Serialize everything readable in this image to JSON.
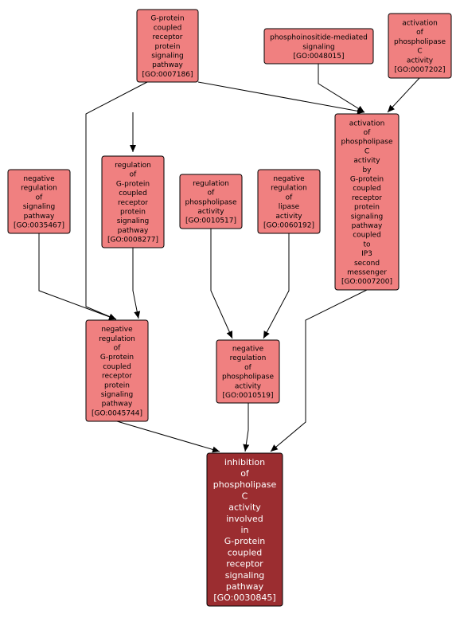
{
  "colors": {
    "node_fill": "#f08080",
    "node_stroke": "#000000",
    "target_fill": "#9b2d30",
    "target_text": "#ffffff",
    "edge": "#000000",
    "background": "#ffffff"
  },
  "nodes": [
    {
      "id": "GO:0007186",
      "lines": [
        "G-protein",
        "coupled",
        "receptor",
        "protein",
        "signaling",
        "pathway",
        "[GO:0007186]"
      ]
    },
    {
      "id": "GO:0048015",
      "lines": [
        "phosphoinositide-mediated",
        "signaling",
        "[GO:0048015]"
      ]
    },
    {
      "id": "GO:0007202",
      "lines": [
        "activation",
        "of",
        "phospholipase",
        "C",
        "activity",
        "[GO:0007202]"
      ]
    },
    {
      "id": "GO:0035467",
      "lines": [
        "negative",
        "regulation",
        "of",
        "signaling",
        "pathway",
        "[GO:0035467]"
      ]
    },
    {
      "id": "GO:0008277",
      "lines": [
        "regulation",
        "of",
        "G-protein",
        "coupled",
        "receptor",
        "protein",
        "signaling",
        "pathway",
        "[GO:0008277]"
      ]
    },
    {
      "id": "GO:0010517",
      "lines": [
        "regulation",
        "of",
        "phospholipase",
        "activity",
        "[GO:0010517]"
      ]
    },
    {
      "id": "GO:0060192",
      "lines": [
        "negative",
        "regulation",
        "of",
        "lipase",
        "activity",
        "[GO:0060192]"
      ]
    },
    {
      "id": "GO:0007200",
      "lines": [
        "activation",
        "of",
        "phospholipase",
        "C",
        "activity",
        "by",
        "G-protein",
        "coupled",
        "receptor",
        "protein",
        "signaling",
        "pathway",
        "coupled",
        "to",
        "IP3",
        "second",
        "messenger",
        "[GO:0007200]"
      ]
    },
    {
      "id": "GO:0045744",
      "lines": [
        "negative",
        "regulation",
        "of",
        "G-protein",
        "coupled",
        "receptor",
        "protein",
        "signaling",
        "pathway",
        "[GO:0045744]"
      ]
    },
    {
      "id": "GO:0010519",
      "lines": [
        "negative",
        "regulation",
        "of",
        "phospholipase",
        "activity",
        "[GO:0010519]"
      ]
    },
    {
      "id": "GO:0030845",
      "target": true,
      "lines": [
        "inhibition",
        "of",
        "phospholipase",
        "C",
        "activity",
        "involved",
        "in",
        "G-protein",
        "coupled",
        "receptor",
        "signaling",
        "pathway",
        "[GO:0030845]"
      ]
    }
  ],
  "edges": [
    {
      "from": "GO:0007186",
      "to": "GO:0008277"
    },
    {
      "from": "GO:0007186",
      "to": "GO:0045744"
    },
    {
      "from": "GO:0007186",
      "to": "GO:0007200"
    },
    {
      "from": "GO:0048015",
      "to": "GO:0007200"
    },
    {
      "from": "GO:0007202",
      "to": "GO:0007200"
    },
    {
      "from": "GO:0035467",
      "to": "GO:0045744"
    },
    {
      "from": "GO:0008277",
      "to": "GO:0045744"
    },
    {
      "from": "GO:0010517",
      "to": "GO:0010519"
    },
    {
      "from": "GO:0060192",
      "to": "GO:0010519"
    },
    {
      "from": "GO:0045744",
      "to": "GO:0030845"
    },
    {
      "from": "GO:0010519",
      "to": "GO:0030845"
    },
    {
      "from": "GO:0007200",
      "to": "GO:0030845"
    }
  ]
}
